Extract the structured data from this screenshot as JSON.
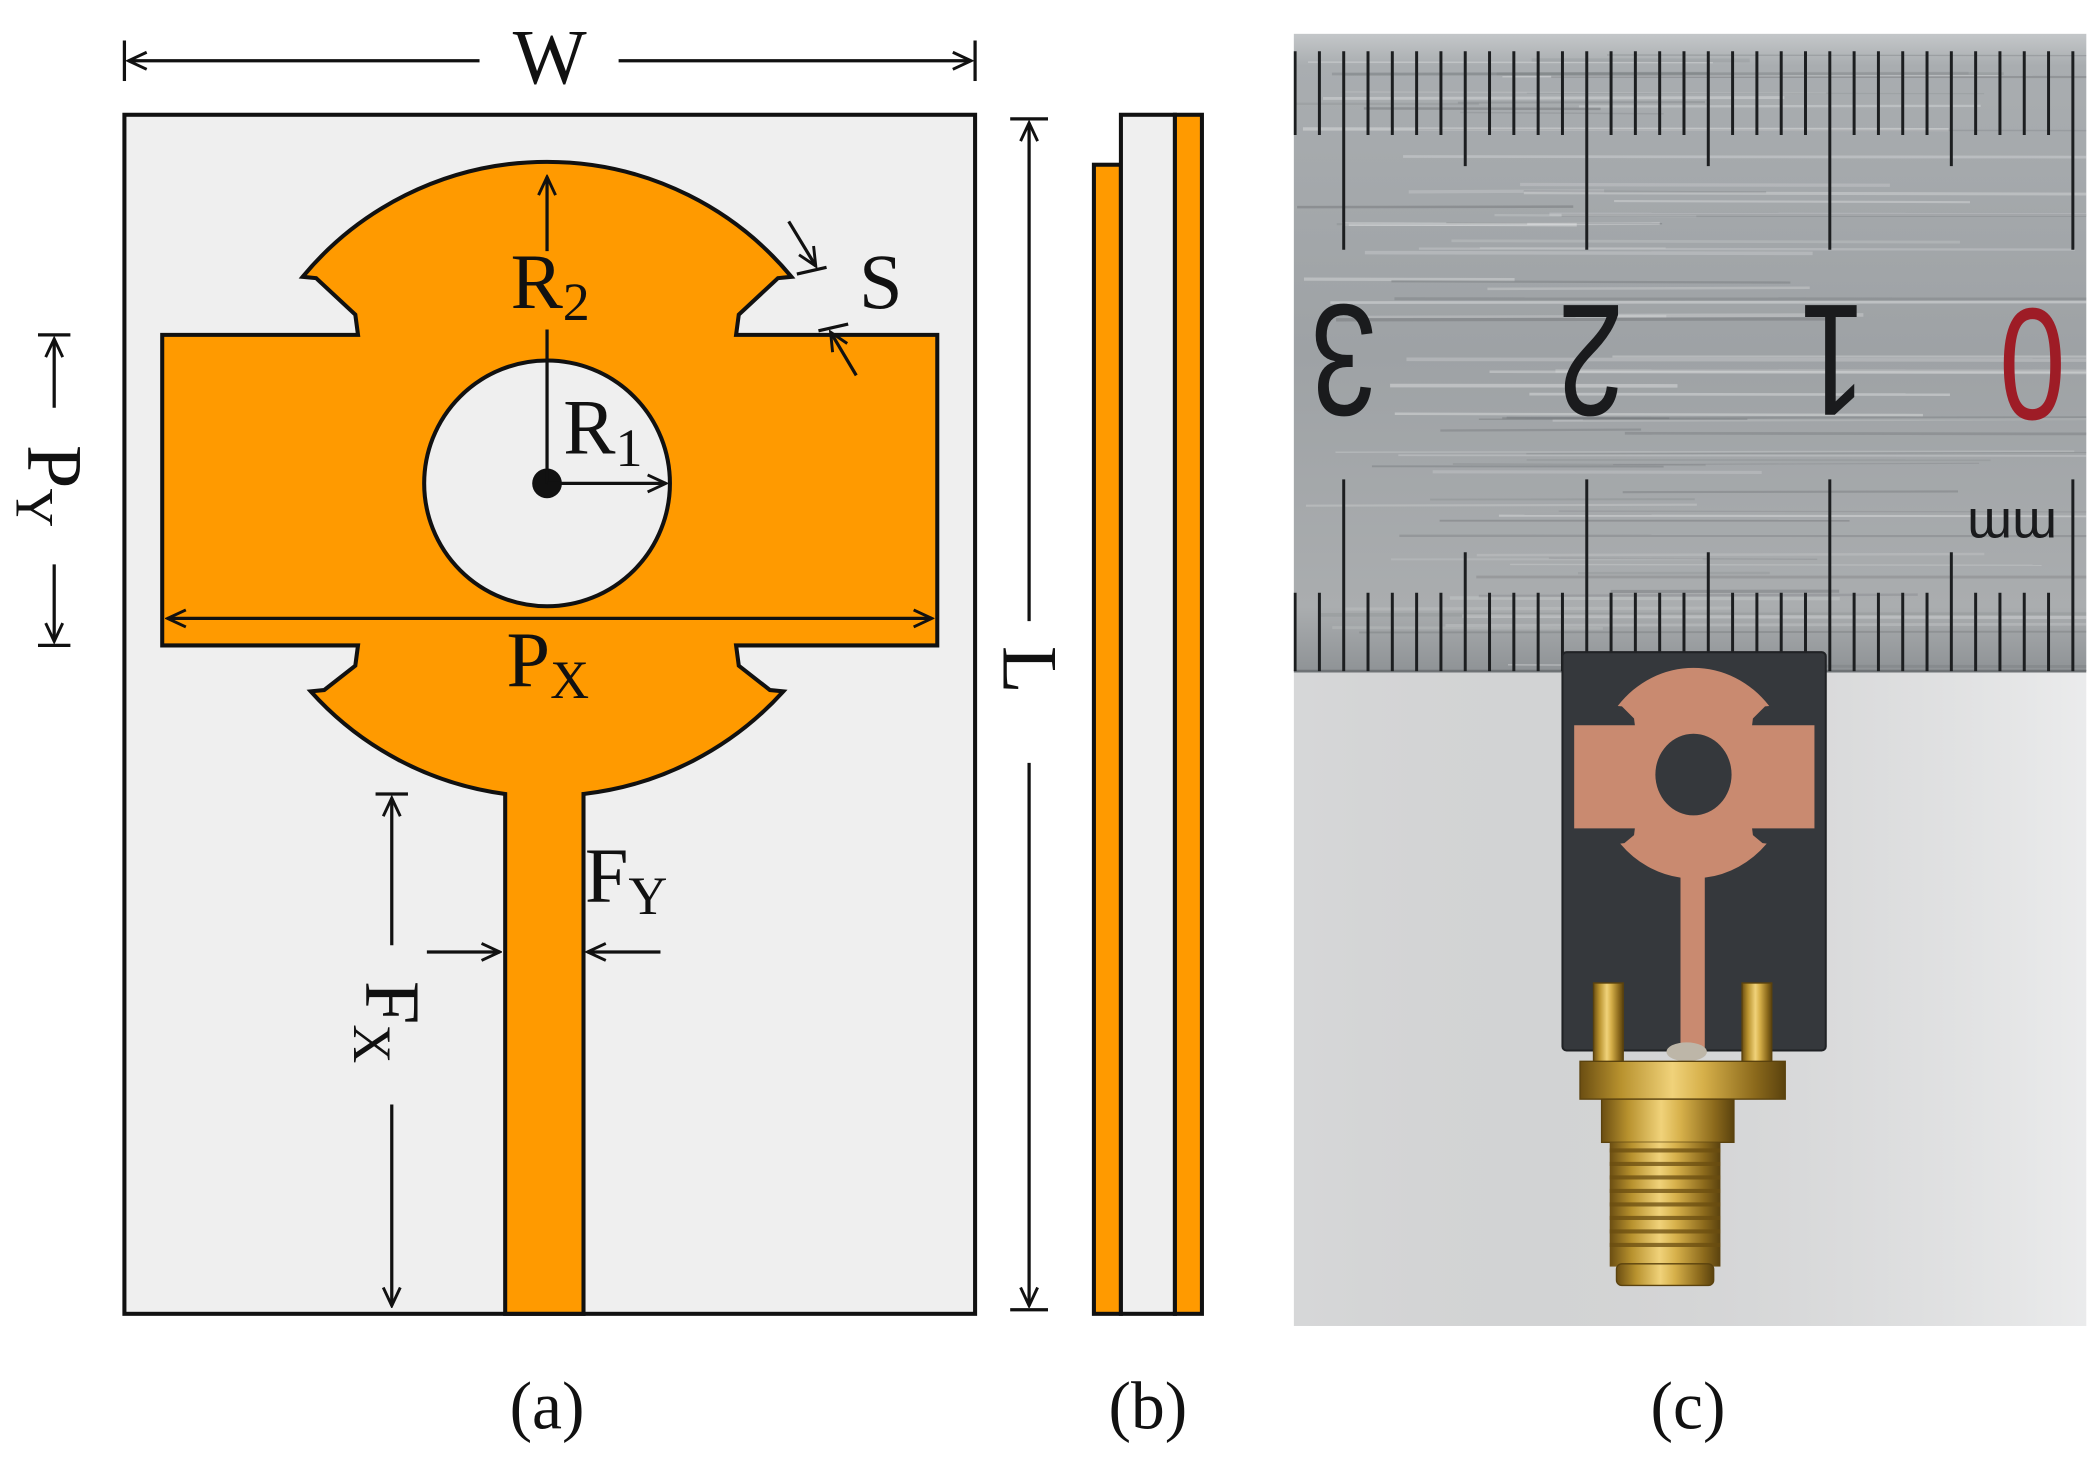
{
  "figure": {
    "panel_a": {
      "caption": "(a)",
      "width_label": "W",
      "length_label": "L",
      "patch_x_label": {
        "base": "P",
        "sub": "X"
      },
      "patch_y_label": {
        "base": "P",
        "sub": "Y"
      },
      "outer_radius_label": {
        "base": "R",
        "sub": "2"
      },
      "inner_radius_label": {
        "base": "R",
        "sub": "1"
      },
      "slot_label": "S",
      "feed_x_label": {
        "base": "F",
        "sub": "X"
      },
      "feed_y_label": {
        "base": "F",
        "sub": "Y"
      }
    },
    "panel_b": {
      "caption": "(b)"
    },
    "panel_c": {
      "caption": "(c)",
      "ruler_numbers": [
        "3",
        "2",
        "1",
        "0"
      ],
      "ruler_unit": "mm"
    }
  },
  "colors": {
    "copper": "#FF9A00",
    "substrate": "#EFEFEF",
    "ruler_zero": "#9E1C26",
    "photo_board": "#35383C",
    "photo_copper": "#C98A70",
    "photo_background": "#E4E5E6"
  }
}
